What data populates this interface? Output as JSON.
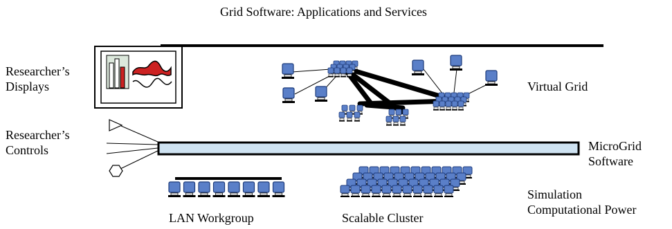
{
  "title": "Grid Software: Applications and Services",
  "displays_label": [
    "Researcher’s",
    "Displays"
  ],
  "controls_label": [
    "Researcher’s",
    "Controls"
  ],
  "virtual_grid_label": "Virtual Grid",
  "microgrid_label": [
    "MicroGrid",
    "Software"
  ],
  "simulation_label": [
    "Simulation",
    "Computational Power"
  ],
  "lan_label": "LAN Workgroup",
  "cluster_label": "Scalable Cluster",
  "colors": {
    "computer_blue": "#5a7fc8",
    "computer_dark": "#1c3a7a",
    "bar_fill": "#cfe3f2",
    "chart_red": "#cc2222",
    "chart_panel": "#dce8dc"
  }
}
